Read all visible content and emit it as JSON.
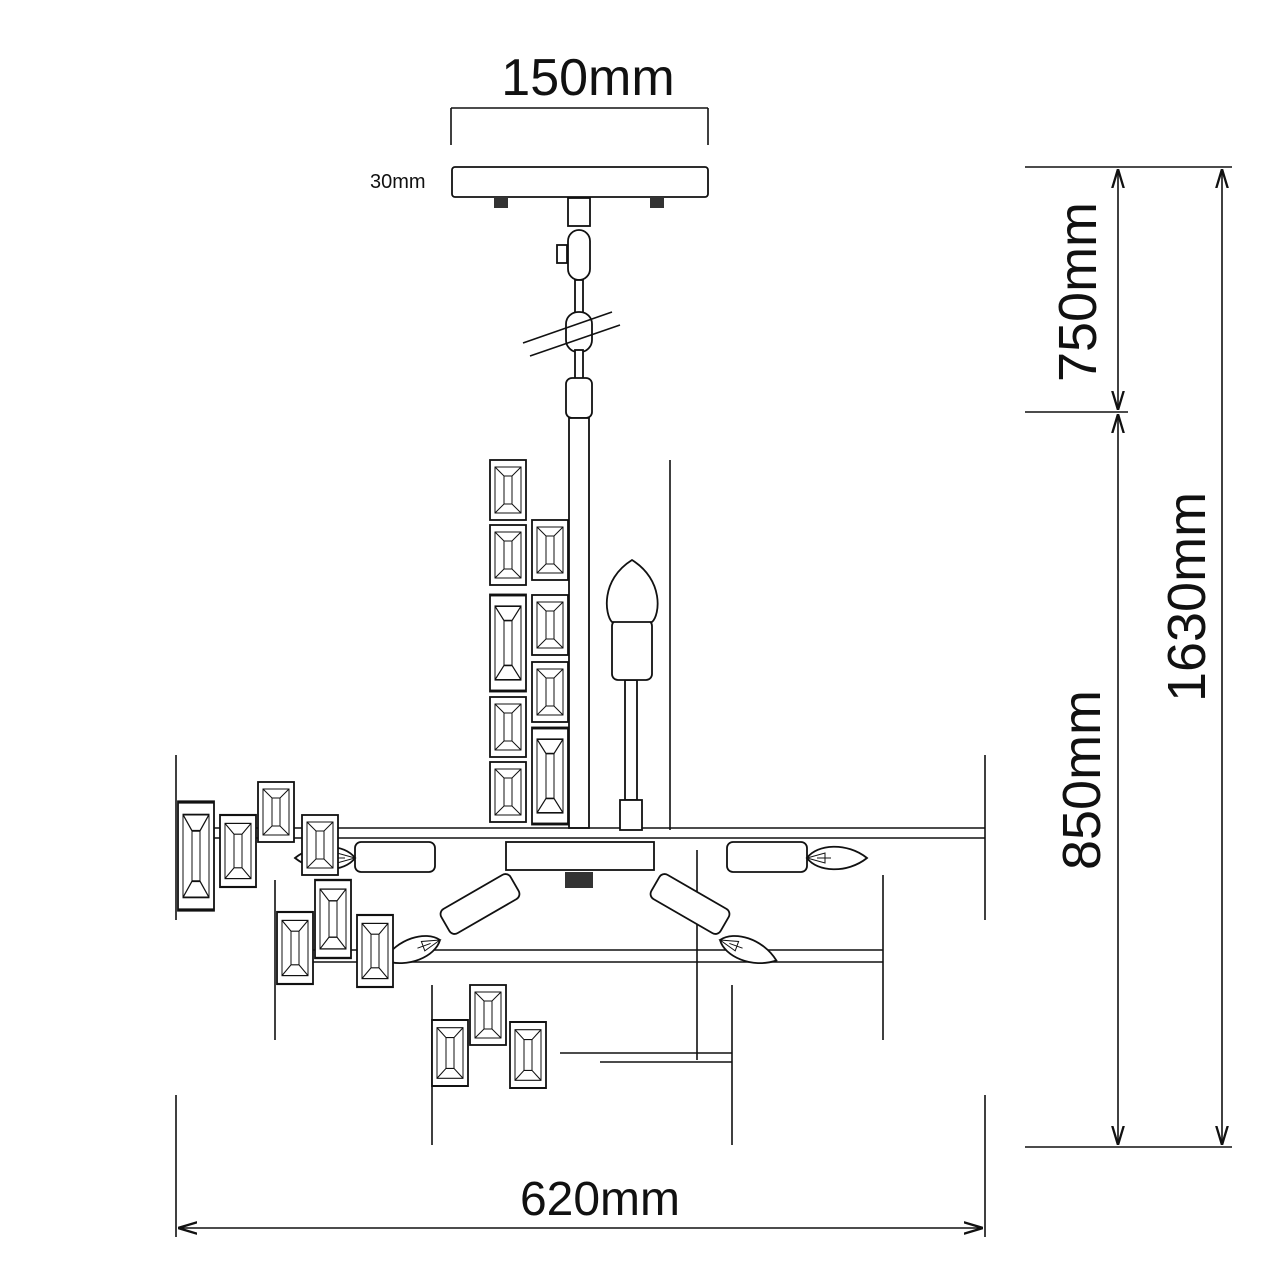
{
  "dimensions": {
    "canopy_width": "150mm",
    "canopy_height": "30mm",
    "chain_length": "750mm",
    "body_height": "850mm",
    "total_height": "1630mm",
    "overall_width": "620mm"
  },
  "colors": {
    "line": "#111111",
    "background": "#ffffff"
  }
}
